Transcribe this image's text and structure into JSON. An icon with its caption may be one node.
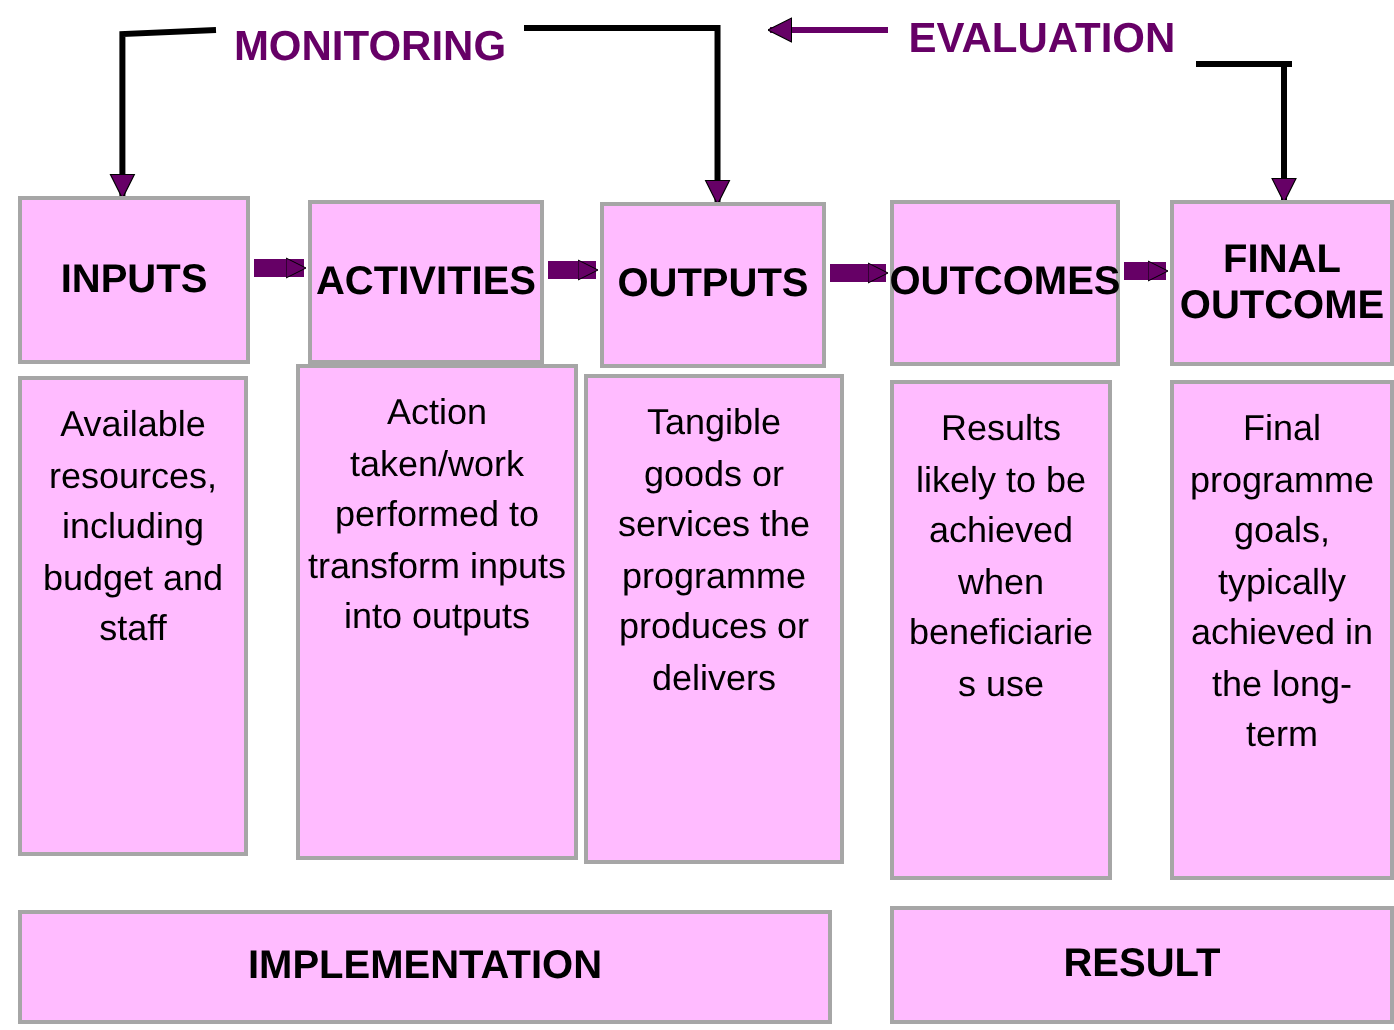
{
  "diagram": {
    "nodes": [
      {
        "text": [
          "MONITORING"
        ]
      },
      {
        "text": [
          "EVALUATION"
        ]
      },
      {
        "text": [
          "INPUTS"
        ]
      },
      {
        "text": [
          "ACTIVITIES"
        ]
      },
      {
        "text": [
          "OUTPUTS"
        ]
      },
      {
        "text": [
          "OUTCOMES"
        ]
      },
      {
        "text": [
          "FINAL OUTCOME"
        ]
      },
      {
        "text": [
          "Available resources, including budget and staff"
        ]
      },
      {
        "text": [
          "Action taken/work performed to transform inputs into outputs"
        ]
      },
      {
        "text": [
          "Tangible goods or services the programme produces or delivers"
        ]
      },
      {
        "text": [
          "Results likely to be achieved when beneficiaries use"
        ]
      },
      {
        "text": [
          "Final programme goals, typically achieved in the long-term"
        ]
      },
      {
        "text": [
          "IMPLEMENTATION"
        ]
      },
      {
        "text": [
          "RESULT"
        ]
      }
    ],
    "edges": [
      {
        "from": 0,
        "to": 2,
        "arrow": "to",
        "color": "#000000"
      },
      {
        "from": 0,
        "to": 4,
        "arrow": "to",
        "color": "#000000"
      },
      {
        "from": 1,
        "to": null,
        "arrow": "to"
      },
      {
        "from": 1,
        "to": 6,
        "arrow": "to",
        "color": "#000000"
      },
      {
        "from": 2,
        "to": 3,
        "arrow": "to",
        "style": "thick",
        "color": "#660066"
      },
      {
        "from": 3,
        "to": 4,
        "arrow": "to",
        "style": "thick",
        "color": "#660066"
      },
      {
        "from": 4,
        "to": 5,
        "arrow": "to",
        "style": "thick",
        "color": "#660066"
      },
      {
        "from": 5,
        "to": 6,
        "arrow": "to",
        "style": "thick",
        "color": "#660066"
      }
    ]
  }
}
